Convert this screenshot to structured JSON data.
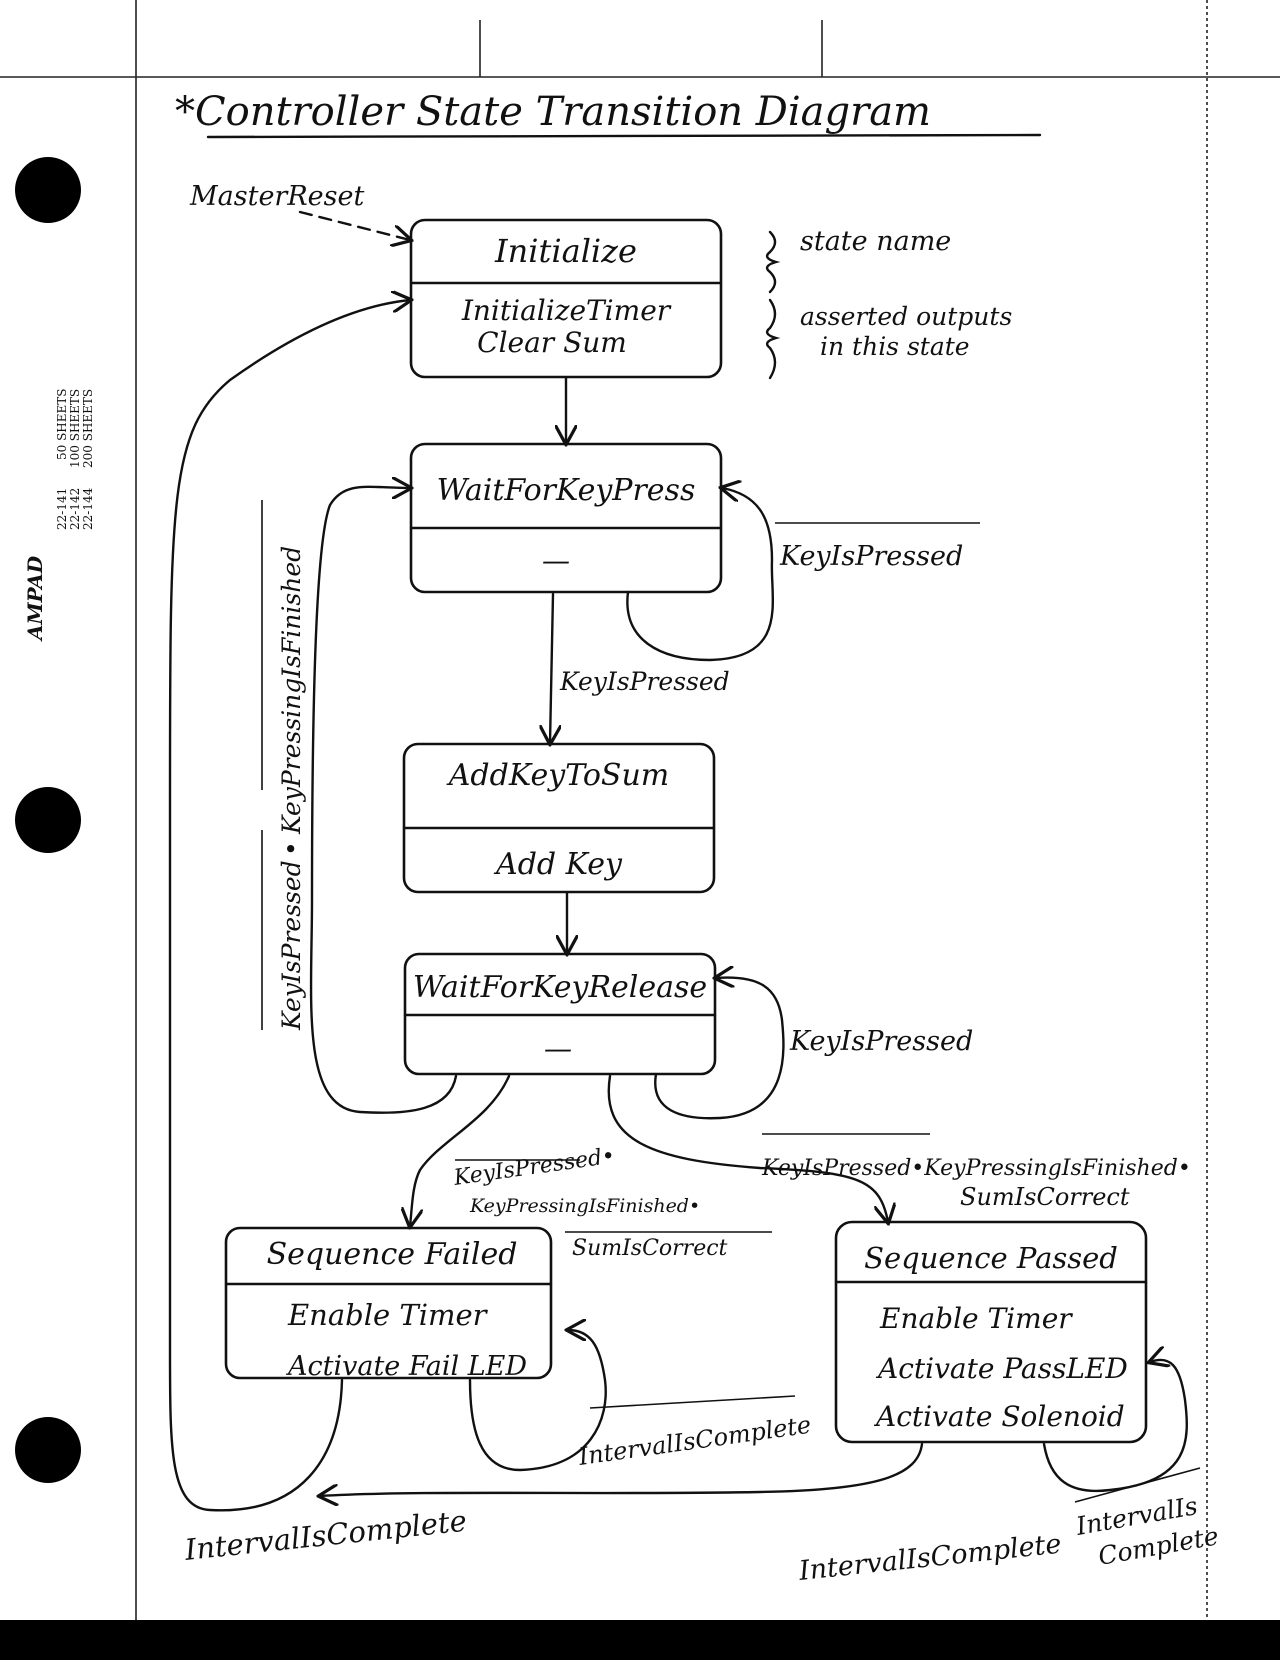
{
  "title": "*Controller State Transition Diagram",
  "pad_print": {
    "brand": "AMPAD",
    "codes": [
      "22-141",
      "22-142",
      "22-144"
    ],
    "sheets": [
      "50 SHEETS",
      "100 SHEETS",
      "200 SHEETS"
    ]
  },
  "legend": {
    "state_name": "state name",
    "outputs_line1": "asserted outputs",
    "outputs_line2": "in this state"
  },
  "entry": {
    "label": "MasterReset"
  },
  "states": {
    "initialize": {
      "name": "Initialize",
      "out1": "InitializeTimer",
      "out2": "Clear Sum"
    },
    "wait_press": {
      "name": "WaitForKeyPress",
      "out1": "—"
    },
    "add_key": {
      "name": "AddKeyToSum",
      "out1": "Add Key"
    },
    "wait_release": {
      "name": "WaitForKeyRelease",
      "out1": "—"
    },
    "seq_failed": {
      "name": "Sequence Failed",
      "out1": "Enable Timer",
      "out2": "Activate Fail LED"
    },
    "seq_passed": {
      "name": "Sequence Passed",
      "out1": "Enable Timer",
      "out2": "Activate PassLED",
      "out3": "Activate Solenoid"
    }
  },
  "transitions": {
    "press_self": "KeyIsPressed",
    "press_to_add": "KeyIsPressed",
    "release_self": "KeyIsPressed",
    "release_to_press_a": "KeyIsPressed",
    "release_to_press_dot": "•",
    "release_to_press_b": "KeyPressingIsFinished",
    "to_failed_1": "KeyIsPressed•",
    "to_failed_2": "KeyPressingIsFinished•",
    "to_failed_3": "SumIsCorrect",
    "to_passed_1": "KeyIsPressed•KeyPressingIsFinished•",
    "to_passed_2": "SumIsCorrect",
    "failed_self": "IntervalIsComplete",
    "failed_exit": "IntervalIsComplete",
    "passed_exit": "IntervalIsComplete",
    "passed_self_1": "IntervalIs",
    "passed_self_2": "Complete"
  }
}
